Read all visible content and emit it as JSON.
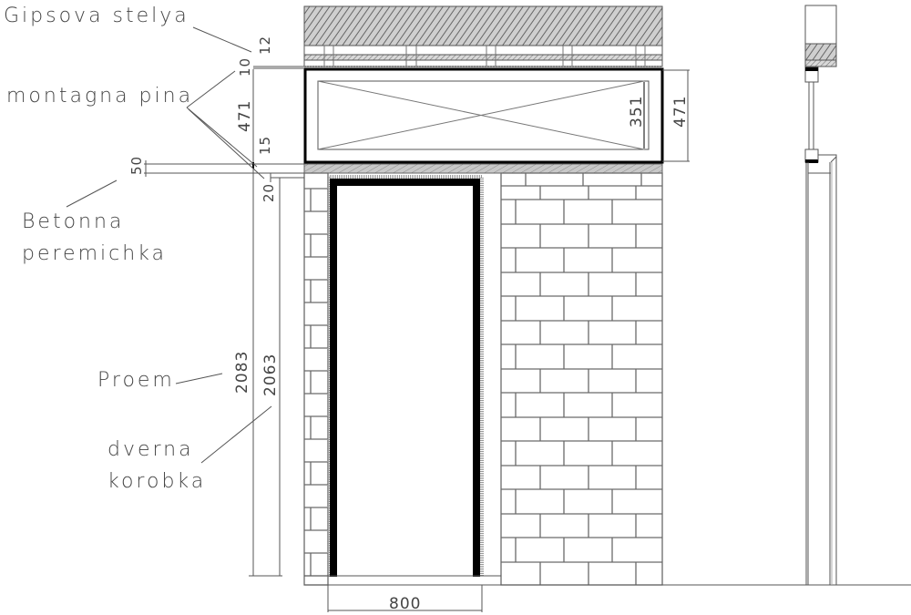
{
  "drawing": {
    "type": "architectural-elevation",
    "title": "Door opening with transom window in brick wall",
    "labels": {
      "gypsum_board": "Gipsova stelya",
      "mounting_foam": "montagna pina",
      "concrete_lintel_line1": "Betonna",
      "concrete_lintel_line2": "peremichka",
      "opening": "Proem",
      "door_frame_line1": "dverna",
      "door_frame_line2": "korobka"
    },
    "dimensions": {
      "gypsum": "12",
      "foam_top": "10",
      "window_height_left": "471",
      "foam_bottom": "15",
      "lintel": "50",
      "gap": "20",
      "opening_height": "2083",
      "frame_height": "2063",
      "glass_height": "351",
      "window_height_right": "471",
      "door_width": "800"
    },
    "colors": {
      "line": "#555555",
      "heavy": "#000000",
      "hatch": "#9a9a9a",
      "background": "#ffffff"
    }
  }
}
